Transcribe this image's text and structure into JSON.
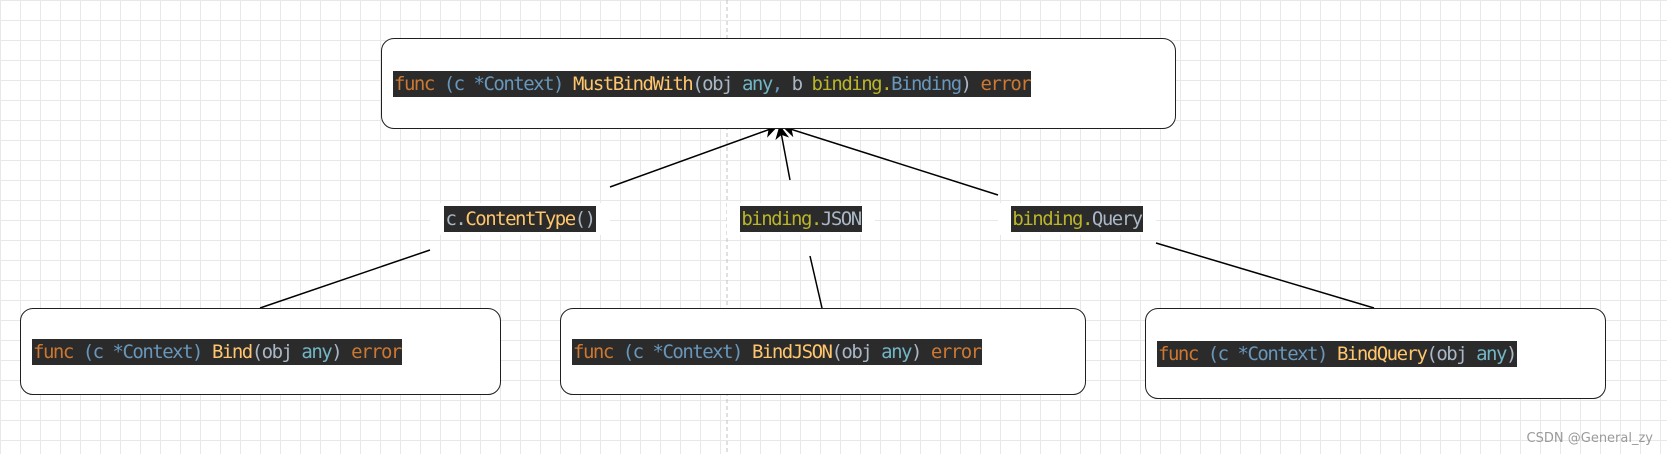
{
  "colors": {
    "keyword": "#cc7832",
    "type": "#6897bb",
    "function": "#ffc66d",
    "identifier": "#a9b7c6",
    "package": "#bbb529",
    "code_background": "#2b2b2b",
    "edge": "#000000"
  },
  "target": {
    "kw": "func",
    "recv": "(c *Context)",
    "name": "MustBindWith",
    "p_open": "(obj ",
    "p_any": "any",
    "p_comma": ", ",
    "p_b": "b ",
    "p_pkg": "binding.",
    "p_type": "Binding",
    "p_close": ")",
    "ret": "error"
  },
  "sources": [
    {
      "kw": "func",
      "recv": "(c *Context)",
      "name": "Bind",
      "p_open": "(obj ",
      "p_any": "any",
      "p_close": ")",
      "ret": "error"
    },
    {
      "kw": "func",
      "recv": "(c *Context)",
      "name": "BindJSON",
      "p_open": "(obj ",
      "p_any": "any",
      "p_close": ")",
      "ret": "error"
    },
    {
      "kw": "func",
      "recv": "(c *Context)",
      "name": "BindQuery",
      "p_open": "(obj ",
      "p_any": "any",
      "p_close": ")"
    }
  ],
  "edge_labels": [
    {
      "prefix": "c.",
      "name": "ContentType",
      "suffix": "()"
    },
    {
      "prefix": "binding.",
      "name": "JSON"
    },
    {
      "prefix": "binding.",
      "name": "Query"
    }
  ],
  "watermark": "CSDN @General_zy"
}
